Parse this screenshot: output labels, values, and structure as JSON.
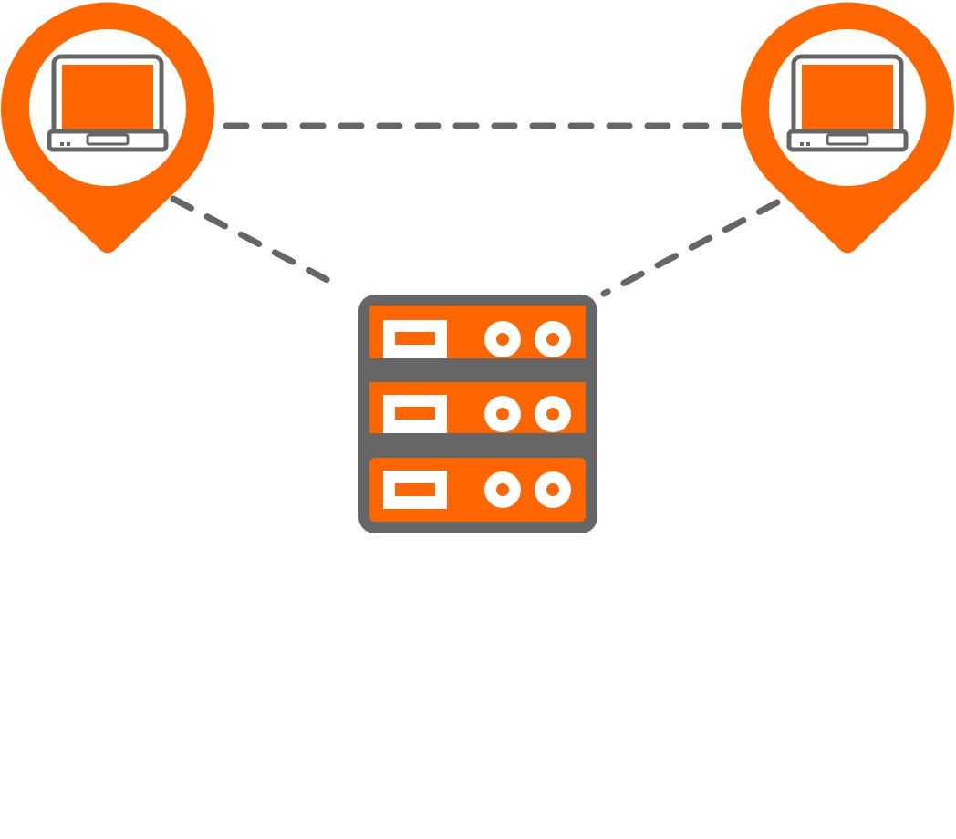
{
  "colors": {
    "accent": "#FF6600",
    "outline": "#666666",
    "background": "#FFFFFF"
  },
  "nodes": [
    {
      "id": "client-left",
      "icon": "laptop-location-pin-icon"
    },
    {
      "id": "client-right",
      "icon": "laptop-location-pin-icon"
    },
    {
      "id": "server",
      "icon": "server-rack-icon"
    }
  ],
  "connections": [
    {
      "from": "client-left",
      "to": "client-right",
      "style": "dashed"
    },
    {
      "from": "client-left",
      "to": "server",
      "style": "dashed"
    },
    {
      "from": "client-right",
      "to": "server",
      "style": "dashed"
    }
  ]
}
